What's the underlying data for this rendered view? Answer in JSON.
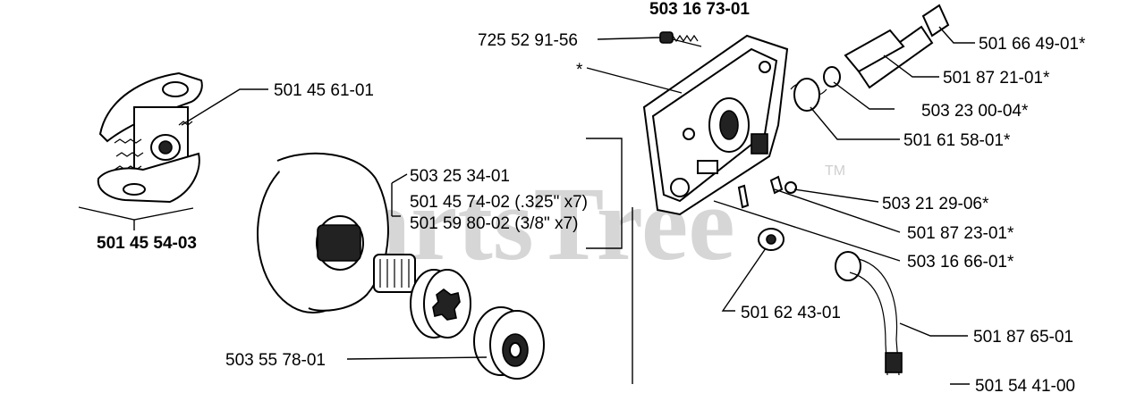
{
  "watermark": {
    "text": "PartsTree",
    "trademark": "TM"
  },
  "assembly_labels": {
    "clutch_assembly": "501 45 54-03",
    "oil_pump_assembly": "503 16 73-01"
  },
  "part_labels": {
    "p_725_52_91_56": "725 52 91-56",
    "p_asterisk": "*",
    "p_501_45_61_01": "501 45 61-01",
    "p_501_66_49_01": "501 66 49-01*",
    "p_501_87_21_01": "501 87 21-01*",
    "p_503_23_00_04": "503 23 00-04*",
    "p_501_61_58_01": "501 61 58-01*",
    "p_503_25_34_01": "503 25 34-01",
    "p_501_45_74_02": "501 45 74-02 (.325\" x7)",
    "p_501_59_80_02": "501 59 80-02 (3/8\" x7)",
    "p_503_21_29_06": "503 21 29-06*",
    "p_501_87_23_01": "501 87 23-01*",
    "p_503_16_66_01": "503 16 66-01*",
    "p_501_62_43_01": "501 62 43-01",
    "p_501_87_65_01": "501 87 65-01",
    "p_503_55_78_01": "503 55 78-01",
    "p_501_54_41_00": "501 54 41-00"
  }
}
